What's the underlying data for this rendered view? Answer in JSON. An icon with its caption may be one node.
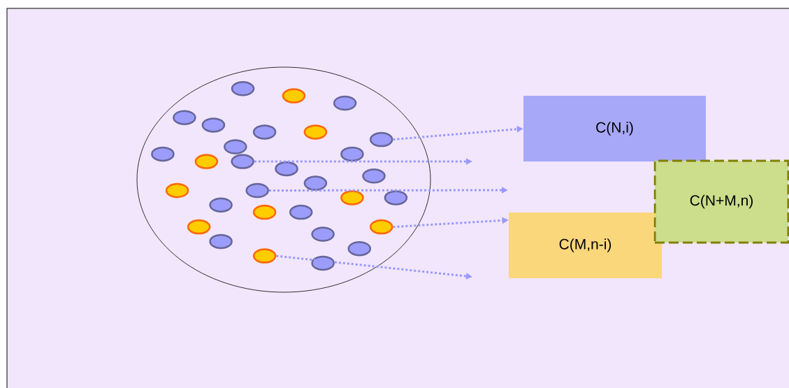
{
  "diagram": {
    "nodes": [
      {
        "text": [],
        "shape": "circle"
      },
      {
        "text": [
          "C(N,i)"
        ]
      },
      {
        "text": [
          "C(N+M,n)"
        ]
      },
      {
        "text": [
          "C(M,n-i)"
        ]
      },
      {
        "text": [],
        "shape": "circle",
        "in": 0
      },
      {
        "text": [],
        "shape": "circle",
        "in": 0
      },
      {
        "text": [],
        "shape": "circle",
        "in": 0
      },
      {
        "text": [],
        "shape": "circle",
        "in": 0
      },
      {
        "text": [],
        "shape": "circle",
        "in": 0
      },
      {
        "text": [],
        "shape": "circle",
        "in": 0
      },
      {
        "text": [],
        "shape": "circle",
        "in": 0
      },
      {
        "text": [],
        "shape": "circle",
        "in": 0
      },
      {
        "text": [],
        "shape": "circle",
        "in": 0
      },
      {
        "text": [],
        "shape": "circle",
        "in": 0
      },
      {
        "text": [],
        "shape": "circle",
        "in": 0
      },
      {
        "text": [],
        "shape": "circle",
        "in": 0
      },
      {
        "text": [],
        "shape": "circle",
        "in": 0
      },
      {
        "text": [],
        "shape": "circle",
        "in": 0
      },
      {
        "text": [],
        "shape": "circle",
        "in": 0
      },
      {
        "text": [],
        "shape": "circle",
        "in": 0
      },
      {
        "text": [],
        "shape": "circle",
        "in": 0
      },
      {
        "text": [],
        "shape": "circle",
        "in": 0
      },
      {
        "text": [],
        "shape": "circle",
        "in": 0
      },
      {
        "text": [],
        "shape": "circle",
        "in": 0
      },
      {
        "text": [],
        "shape": "circle",
        "in": 0
      },
      {
        "text": [],
        "shape": "circle",
        "in": 0
      },
      {
        "text": [],
        "shape": "circle",
        "in": 0
      },
      {
        "text": [],
        "shape": "circle",
        "in": 0
      },
      {
        "text": [],
        "shape": "circle",
        "in": 0
      },
      {
        "text": [],
        "shape": "circle",
        "in": 0
      },
      {
        "text": [],
        "shape": "circle",
        "in": 0
      },
      {
        "text": [],
        "shape": "circle",
        "in": 0
      },
      {
        "text": [],
        "shape": "circle",
        "in": 0
      },
      {
        "text": [],
        "shape": "circle",
        "in": 0
      }
    ],
    "edges": [
      {
        "from": 11,
        "to": 1,
        "arrow": "to"
      },
      {
        "from": 16,
        "to": null,
        "arrow": "to"
      },
      {
        "from": 21,
        "to": null,
        "arrow": "to"
      },
      {
        "from": 28,
        "to": 3,
        "arrow": "to"
      },
      {
        "from": 32,
        "to": null,
        "arrow": "to"
      }
    ]
  }
}
